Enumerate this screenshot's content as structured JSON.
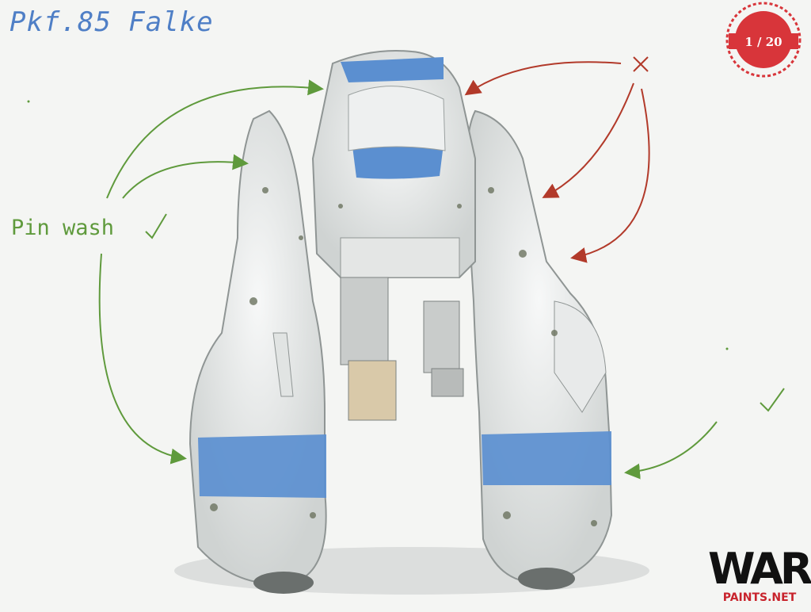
{
  "title": "Pkf.85 Falke",
  "annotation_label": "Pin wash",
  "watermark": {
    "stamp_text": "1 / 20",
    "logo_text": "WAR",
    "logo_subtext": "PAINTS.NET"
  },
  "colors": {
    "title": "#4f7fc6",
    "pin_wash": "#5f9a3c",
    "no_wash": "#b23a2a",
    "model_white": "#eaeceb",
    "model_blue": "#5b8fd0",
    "stamp_red": "#d8353a"
  },
  "marks": {
    "approve": "check-mark",
    "reject": "x-mark"
  }
}
